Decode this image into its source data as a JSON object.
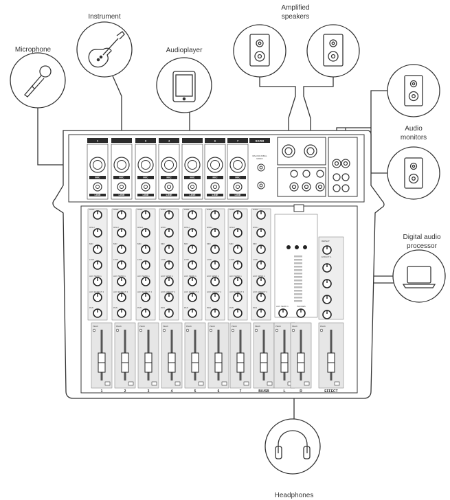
{
  "devices": {
    "microphone": "Microphone",
    "instrument": "Instrument",
    "audioplayer": "Audioplayer",
    "amplified_speakers_1": "Amplified",
    "amplified_speakers_2": "speakers",
    "audio_monitors_1": "Audio",
    "audio_monitors_2": "monitors",
    "digital_processor_1": "Digital audio",
    "digital_processor_2": "processor",
    "headphones": "Headphones"
  },
  "mixer": {
    "input_strip_labels": [
      "1",
      "",
      "3",
      "4",
      "",
      "6",
      "7",
      "B/USB"
    ],
    "channel_labels": [
      "1",
      "2",
      "3",
      "4",
      "5",
      "6",
      "7",
      "B/USB",
      "L",
      "R",
      "EFFECT"
    ],
    "balance_label_1": "BALOR/UNBAL",
    "balance_label_2": "MONO",
    "mic_label": "MIC",
    "line_label": "LINE",
    "knob_labels": [
      "GAIN",
      "HIGH",
      "MID",
      "LOW",
      "AUX SEND 1",
      "AUX EFFECT 2",
      "PAN"
    ],
    "fader_label": "PEAK",
    "aux_send_label": "AUX SEND 1",
    "phones_label": "PHONES",
    "effect_labels": [
      "REPEAT",
      "EFFECT A"
    ]
  },
  "colors": {
    "stroke": "#333333",
    "panel": "#ffffff",
    "strip": "#e6e6e6",
    "header": "#2b2b2b"
  }
}
